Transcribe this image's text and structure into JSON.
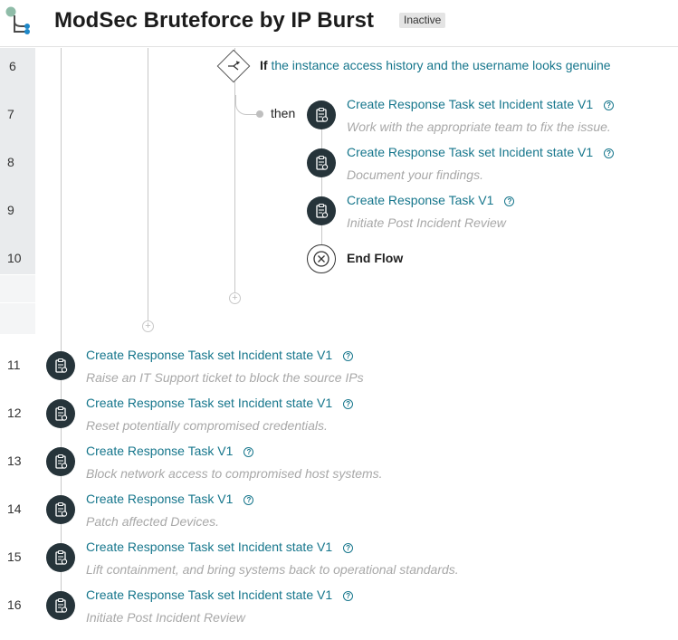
{
  "header": {
    "title": "ModSec Bruteforce by IP Burst",
    "status": "Inactive",
    "logo_icon": "flow-branch-icon"
  },
  "colors": {
    "link": "#16768c",
    "node_bg": "#26343a",
    "desc": "#a8a8a8"
  },
  "condition": {
    "if_label": "If",
    "text": "the instance access history and the username looks genuine",
    "then_label": "then",
    "icon": "branch-icon"
  },
  "line_numbers": [
    "6",
    "7",
    "8",
    "9",
    "10",
    "11",
    "12",
    "13",
    "14",
    "15",
    "16"
  ],
  "inner_tasks": [
    {
      "title": "Create Response Task set Incident state V1",
      "desc": "Work with the appropriate team to fix the issue."
    },
    {
      "title": "Create Response Task set Incident state V1",
      "desc": "Document your findings."
    },
    {
      "title": "Create Response Task V1",
      "desc": "Initiate Post Incident Review"
    }
  ],
  "end_flow": {
    "label": "End Flow",
    "icon": "close-circle-icon"
  },
  "outer_tasks": [
    {
      "title": "Create Response Task set Incident state V1",
      "desc": "Raise an IT Support ticket to block the source IPs"
    },
    {
      "title": "Create Response Task set Incident state V1",
      "desc": "Reset potentially compromised credentials."
    },
    {
      "title": "Create Response Task V1",
      "desc": "Block network access to compromised host systems."
    },
    {
      "title": "Create Response Task V1",
      "desc": "Patch affected Devices."
    },
    {
      "title": "Create Response Task set Incident state V1",
      "desc": "Lift containment, and bring systems back to operational standards."
    },
    {
      "title": "Create Response Task set Incident state V1",
      "desc": "Initiate Post Incident Review"
    }
  ]
}
